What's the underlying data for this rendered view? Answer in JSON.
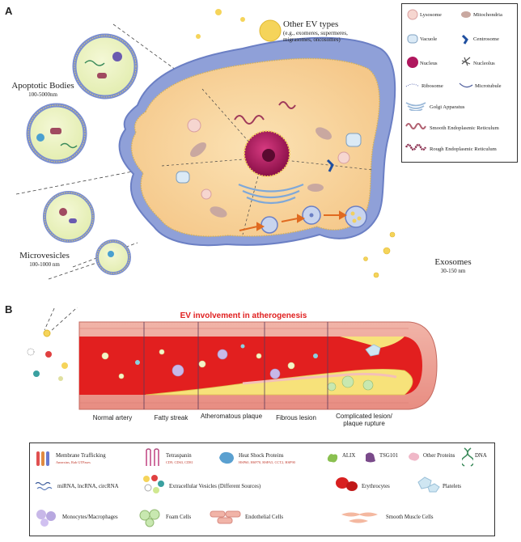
{
  "panel_a": {
    "letter": "A",
    "apoptotic": {
      "title": "Apoptotic Bodies",
      "size": "100-5000nm"
    },
    "other_ev": {
      "title": "Other EV types",
      "examples": "(e.g., exomeres, supermeres, migrasomes, oncosomes)"
    },
    "microvesicles": {
      "title": "Microvesicles",
      "size": "100-1000 nm"
    },
    "exosomes": {
      "title": "Exosomes",
      "size": "30-150 nm"
    },
    "legend": [
      {
        "label": "Lysosome",
        "icon": "lysosome-icon",
        "color": "#f6d6d0"
      },
      {
        "label": "Mitochondria",
        "icon": "mitochondria-icon",
        "color": "#c9a8a0"
      },
      {
        "label": "Vacuole",
        "icon": "vacuole-icon",
        "color": "#dbeaf6"
      },
      {
        "label": "Centrosome",
        "icon": "centrosome-icon",
        "color": "#1f4fa0"
      },
      {
        "label": "Nucleus",
        "icon": "nucleus-icon",
        "color": "#b0175e"
      },
      {
        "label": "Nucleolus",
        "icon": "nucleolus-icon",
        "color": "#555555"
      },
      {
        "label": "Ribosome",
        "icon": "ribosome-icon",
        "color": "#5a6ab0"
      },
      {
        "label": "Microtubule",
        "icon": "microtubule-icon",
        "color": "#4a5a9a"
      },
      {
        "label": "Golgi Apparatus",
        "icon": "golgi-icon",
        "color": "#9ab8d8"
      },
      {
        "label": "Smooth Endoplasmic Reticulum",
        "icon": "smooth-er-icon",
        "color": "#b06070"
      },
      {
        "label": "Rough Endoplasmic Reticulum",
        "icon": "rough-er-icon",
        "color": "#8a3050"
      }
    ]
  },
  "panel_b": {
    "letter": "B",
    "title": "EV involvement in atherogenesis",
    "stages": [
      "Normal artery",
      "Fatty streak",
      "Atheromatous plaque",
      "Fibrous lesion",
      "Complicated lesion/ plaque rupture"
    ],
    "legend": [
      {
        "label": "Membrane Trafficking",
        "sub": "Annexins, Rab GTPases",
        "icon": "membrane-trafficking-icon"
      },
      {
        "label": "Tetraspanin",
        "sub": "CD9, CD63, CD81",
        "icon": "tetraspanin-icon"
      },
      {
        "label": "Heat Shock Proteins",
        "sub": "HSP60, HSP70, HSPA5, CCT2, HSP90",
        "icon": "heat-shock-icon"
      },
      {
        "label": "ALIX",
        "sub": "",
        "icon": "alix-icon"
      },
      {
        "label": "TSG101",
        "sub": "",
        "icon": "tsg101-icon"
      },
      {
        "label": "Other Proteins",
        "sub": "",
        "icon": "other-proteins-icon"
      },
      {
        "label": "DNA",
        "sub": "",
        "icon": "dna-icon"
      },
      {
        "label": "miRNA, lncRNA, circRNA",
        "sub": "",
        "icon": "rna-icon"
      },
      {
        "label": "Extracellular Vesicles (Different Sources)",
        "sub": "",
        "icon": "ev-icon"
      },
      {
        "label": "Erythrocytes",
        "sub": "",
        "icon": "erythrocyte-icon"
      },
      {
        "label": "Platelets",
        "sub": "",
        "icon": "platelet-icon"
      },
      {
        "label": "Monocytes/Macrophages",
        "sub": "",
        "icon": "monocyte-icon"
      },
      {
        "label": "Foam Cells",
        "sub": "",
        "icon": "foam-cell-icon"
      },
      {
        "label": "Endothelial Cells",
        "sub": "",
        "icon": "endothelial-icon"
      },
      {
        "label": "Smooth Muscle Cells",
        "sub": "",
        "icon": "smooth-muscle-icon"
      }
    ]
  }
}
